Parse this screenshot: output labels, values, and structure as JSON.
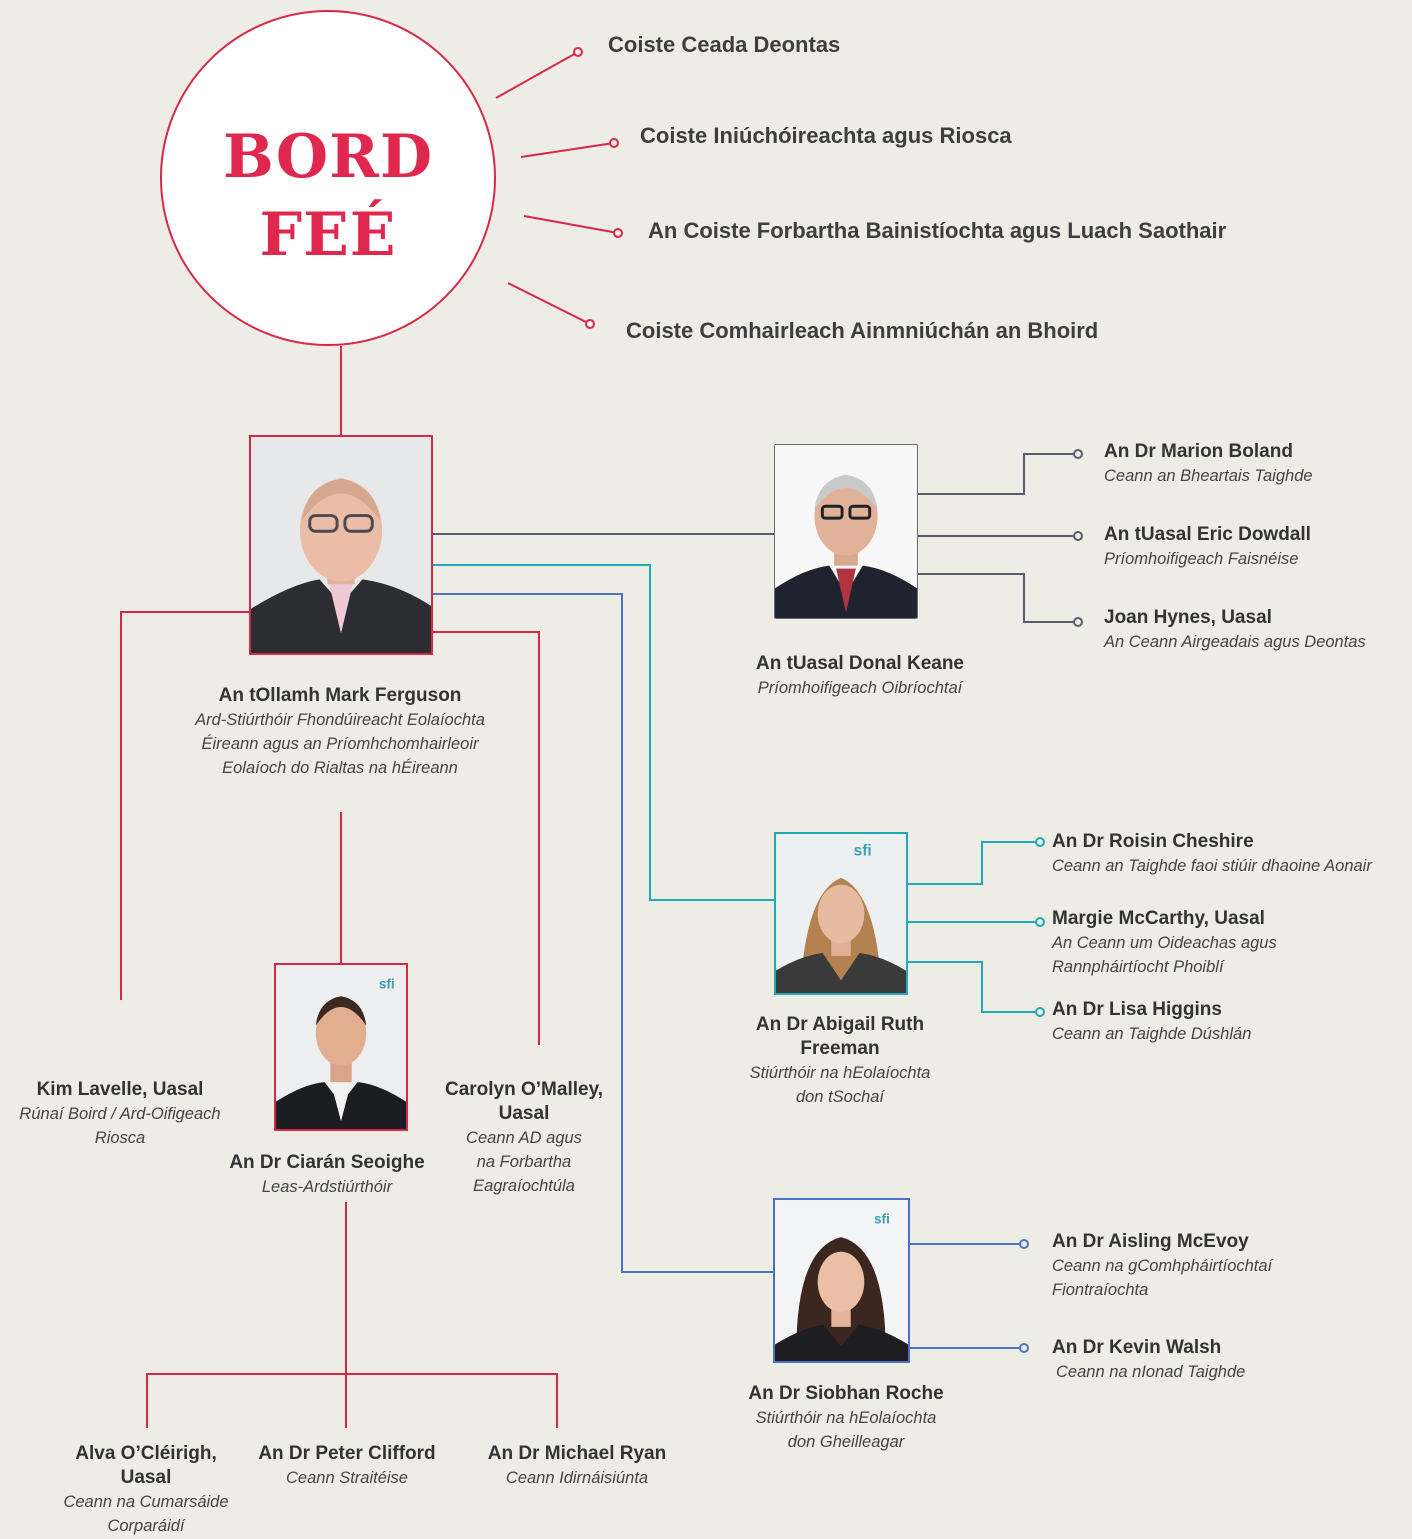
{
  "colors": {
    "background": "#edece5",
    "red": "#d8284a",
    "title_red": "#e0284f",
    "grey": "#5a5a6e",
    "teal": "#21a9b5",
    "blue": "#4a72c0"
  },
  "board": {
    "line1": "BORD",
    "line2": "FEÉ"
  },
  "committees": [
    "Coiste Ceada Deontas",
    "Coiste Iniúchóireachta agus Riosca",
    "An Coiste Forbartha Bainistíochta agus Luach Saothair",
    "Coiste Comhairleach Ainmniúchán an Bhoird"
  ],
  "director_general": {
    "name": "An tOllamh Mark Ferguson",
    "role_lines": [
      "Ard-Stiúrthóir Fhondúireacht Eolaíochta",
      "Éireann agus an Príomhchomhairleoir",
      "Eolaíoch do Rialtas na hÉireann"
    ]
  },
  "coo": {
    "name": "An tUasal Donal Keane",
    "role": "Príomhoifigeach Oibríochtaí",
    "reports": [
      {
        "name": "An Dr Marion Boland",
        "role": "Ceann an Bheartais Taighde"
      },
      {
        "name": "An tUasal Eric Dowdall",
        "role": "Príomhoifigeach Faisnéise"
      },
      {
        "name": "Joan Hynes, Uasal",
        "role": "An Ceann Airgeadais agus Deontas"
      }
    ]
  },
  "director_society": {
    "name_lines": [
      "An Dr Abigail Ruth",
      "Freeman"
    ],
    "role_lines": [
      "Stiúrthóir na hEolaíochta",
      "don tSochaí"
    ],
    "reports": [
      {
        "name": "An Dr Roisin Cheshire",
        "role_lines": [
          "Ceann an Taighde faoi stiúir dhaoine Aonair"
        ]
      },
      {
        "name": "Margie McCarthy, Uasal",
        "role_lines": [
          "An Ceann um Oideachas agus",
          "Rannpháirtíocht Phoiblí"
        ]
      },
      {
        "name": "An Dr Lisa Higgins",
        "role_lines": [
          "Ceann an Taighde Dúshlán"
        ]
      }
    ]
  },
  "director_economy": {
    "name": "An Dr Siobhan Roche",
    "role_lines": [
      "Stiúrthóir na hEolaíochta",
      "don Gheilleagar"
    ],
    "reports": [
      {
        "name": "An Dr Aisling McEvoy",
        "role_lines": [
          "Ceann na gComhpháirtíochtaí",
          "Fiontraíochta"
        ]
      },
      {
        "name": "An Dr Kevin Walsh",
        "role_lines": [
          "Ceann na nIonad Taighde"
        ]
      }
    ]
  },
  "board_secretary": {
    "name": "Kim Lavelle, Uasal",
    "role_lines": [
      "Rúnaí Boird / Ard-Oifigeach",
      "Riosca"
    ]
  },
  "deputy": {
    "name": "An Dr Ciarán Seoighe",
    "role": "Leas-Ardstiúrthóir",
    "reports": [
      {
        "name_lines": [
          "Alva O’Cléirigh,",
          "Uasal"
        ],
        "role_lines": [
          "Ceann na Cumarsáide",
          "Corparáidí"
        ]
      },
      {
        "name_lines": [
          "An Dr Peter Clifford"
        ],
        "role_lines": [
          "Ceann Straitéise"
        ]
      },
      {
        "name_lines": [
          "An Dr Michael Ryan"
        ],
        "role_lines": [
          "Ceann Idirnáisiúnta"
        ]
      }
    ]
  },
  "hr": {
    "name_lines": [
      "Carolyn O’Malley,",
      "Uasal"
    ],
    "role_lines": [
      "Ceann AD agus",
      "na Forbartha",
      "Eagraíochtúla"
    ]
  },
  "photo_badge": "sfi"
}
